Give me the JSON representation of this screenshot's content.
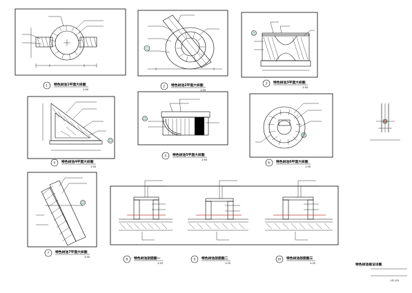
{
  "title_block": {
    "drawing_title": "特色树池做法详图",
    "sheet_no": "LD-1/9"
  },
  "details": [
    {
      "num": "1",
      "scale": "1:50"
    },
    {
      "num": "2",
      "scale": "1:50"
    },
    {
      "num": "3",
      "scale": "1:50"
    },
    {
      "num": "4",
      "scale": "1:50"
    },
    {
      "num": "5",
      "scale": "1:50"
    },
    {
      "num": "6",
      "scale": "1:50"
    },
    {
      "num": "7",
      "scale": "1:50"
    },
    {
      "num": "8",
      "scale": "1:25"
    },
    {
      "num": "9",
      "scale": "1:25"
    },
    {
      "num": "10",
      "scale": "1:25"
    }
  ]
}
